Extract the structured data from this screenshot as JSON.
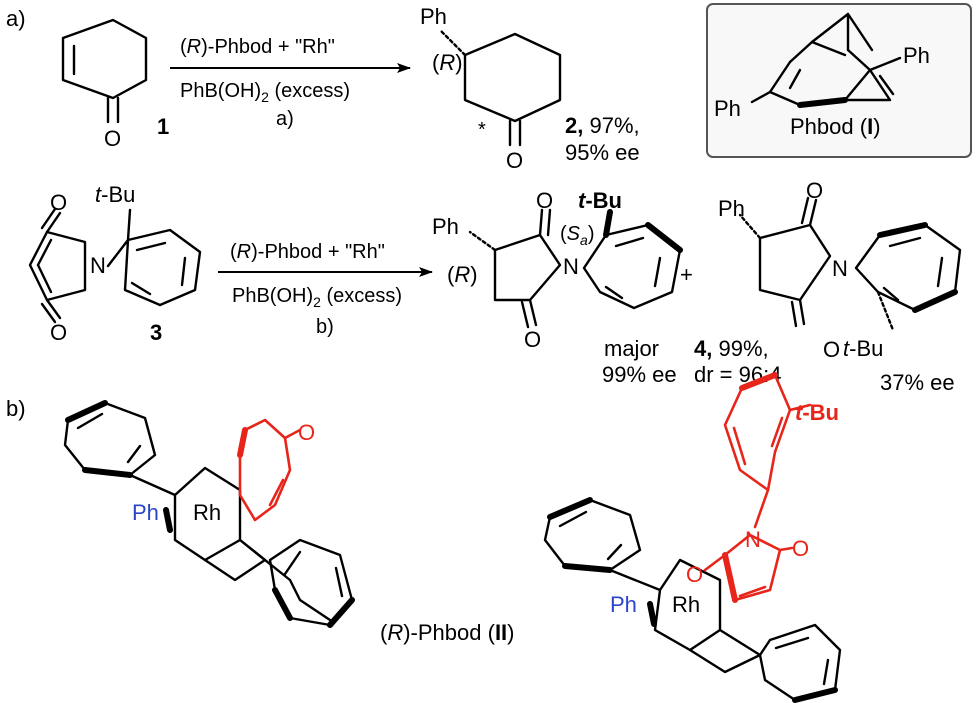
{
  "panel_a_label": "a)",
  "panel_b_label": "b)",
  "reaction_a": {
    "reagent_line1_prefix": "(",
    "reagent_line1_R": "R",
    "reagent_line1_suffix": ")-Phbod + \"Rh\"",
    "reagent_line2": "PhB(OH)",
    "reagent_line2_sub": "2",
    "reagent_line2_tail": " (excess)",
    "condition_label": "a)",
    "substrate_number": "1",
    "product_number": "2,",
    "product_yield": " 97%,",
    "product_ee": "95% ee",
    "product_config_open": "(",
    "product_config": "R",
    "product_config_close": ")",
    "product_ph": "Ph",
    "product_star": "*",
    "oxygen": "O"
  },
  "ligand_box": {
    "ph_left": "Ph",
    "ph_right": "Ph",
    "name_prefix": "Phbod (",
    "name_numeral": "I",
    "name_suffix": ")"
  },
  "reaction_b": {
    "reagent_line1_prefix": "(",
    "reagent_line1_R": "R",
    "reagent_line1_suffix": ")-Phbod + \"Rh\"",
    "reagent_line2": "PhB(OH)",
    "reagent_line2_sub": "2",
    "reagent_line2_tail": " (excess)",
    "condition_label": "b)",
    "substrate_number": "3",
    "substrate_tbu_t": "t",
    "substrate_tbu_rest": "-Bu",
    "major_tbu_t": "t",
    "major_tbu_rest": "-Bu",
    "major_config_open": "(",
    "major_config": "S",
    "major_config_sub": "a",
    "major_config_close": ")",
    "major_R_open": "(",
    "major_R": "R",
    "major_R_close": ")",
    "major_ph": "Ph",
    "major_label": "major",
    "major_ee": "99% ee",
    "plus": "+",
    "product_number": "4,",
    "product_yield": " 99%,",
    "product_dr": "dr = 96:4",
    "minor_ph": "Ph",
    "minor_tbu_t": "t",
    "minor_tbu_rest": "-Bu",
    "minor_ee": "37% ee",
    "oxygen": "O",
    "nitrogen": "N"
  },
  "complex_left": {
    "ph": "Ph",
    "rh": "Rh",
    "oxygen": "O"
  },
  "complex_right": {
    "ph": "Ph",
    "rh": "Rh",
    "oxygen_left": "O",
    "oxygen_right": "O",
    "nitrogen": "N",
    "tbu_t": "t",
    "tbu_rest": "-Bu",
    "label_prefix": "(",
    "label_R": "R",
    "label_mid": ")-Phbod (",
    "label_numeral": "II",
    "label_suffix": ")"
  },
  "colors": {
    "substrate_highlight": "#e8251b",
    "phenyl_label": "#2a45c8",
    "bond": "#000000"
  }
}
